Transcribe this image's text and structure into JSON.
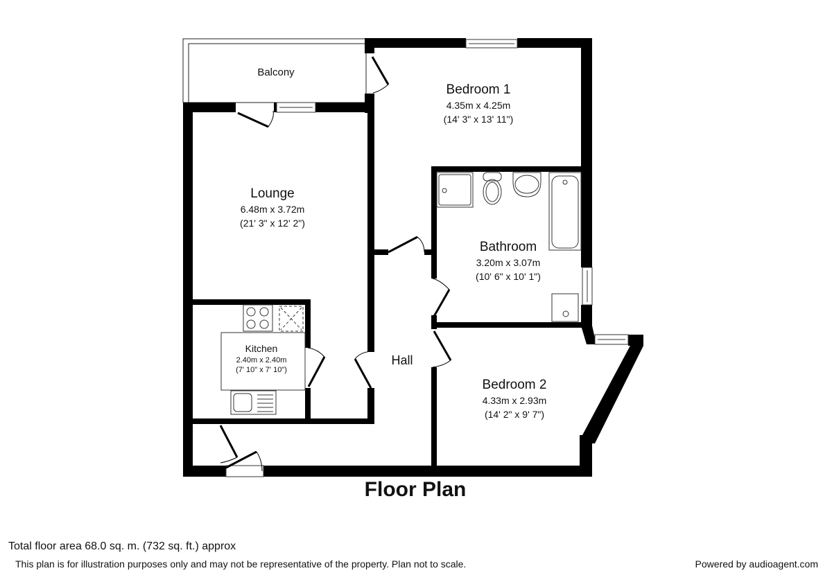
{
  "title": "Floor Plan",
  "rooms": {
    "balcony": {
      "name": "Balcony"
    },
    "bedroom1": {
      "name": "Bedroom 1",
      "metric": "4.35m x 4.25m",
      "imperial": "(14' 3\" x 13' 11\")"
    },
    "lounge": {
      "name": "Lounge",
      "metric": "6.48m x 3.72m",
      "imperial": "(21' 3\" x 12' 2\")"
    },
    "bathroom": {
      "name": "Bathroom",
      "metric": "3.20m x 3.07m",
      "imperial": "(10' 6\" x 10' 1\")"
    },
    "kitchen": {
      "name": "Kitchen",
      "metric": "2.40m x 2.40m",
      "imperial": "(7' 10\" x 7' 10\")"
    },
    "hall": {
      "name": "Hall"
    },
    "bedroom2": {
      "name": "Bedroom 2",
      "metric": "4.33m x 2.93m",
      "imperial": "(14' 2\" x 9' 7\")"
    }
  },
  "footer": {
    "area": "Total floor area 68.0 sq. m. (732 sq. ft.) approx",
    "disclaimer": "This plan is for illustration purposes only and may not be representative of the property. Plan not to scale.",
    "credit": "Powered by audioagent.com"
  },
  "colors": {
    "wall": "#000000",
    "background": "#ffffff",
    "fixture_stroke": "#333333"
  }
}
